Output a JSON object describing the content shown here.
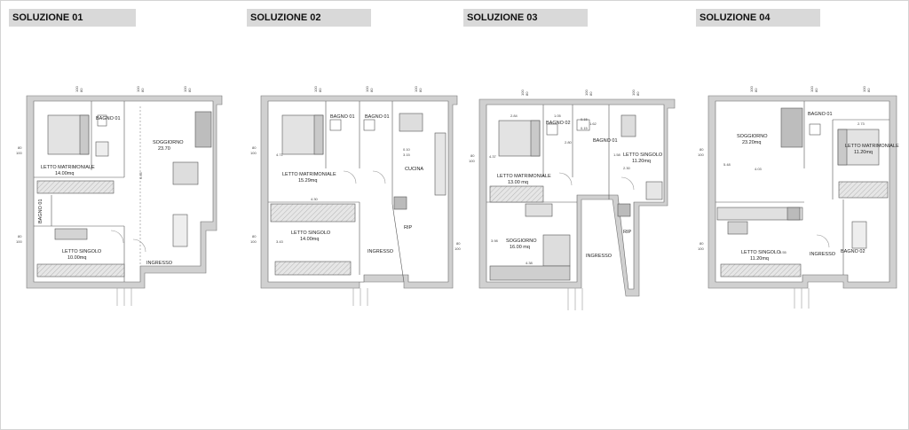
{
  "solutions": [
    {
      "title": "SOLUZIONE 01",
      "rooms": [
        {
          "name": "BAGNO 01"
        },
        {
          "name": "SOGGIORNO",
          "area": "23.70"
        },
        {
          "name": "LETTO MATRIMONIALE",
          "area": "14.00mq"
        },
        {
          "name": "BAGNO 01"
        },
        {
          "name": "LETTO SINGOLO",
          "area": "10.00mq"
        },
        {
          "name": "INGRESSO"
        }
      ],
      "dims": [
        "80",
        "100",
        "80",
        "100",
        "80",
        "100",
        "80",
        "100",
        "80",
        "100",
        "6.65"
      ]
    },
    {
      "title": "SOLUZIONE 02",
      "rooms": [
        {
          "name": "BAGNO 01"
        },
        {
          "name": "BAGNO 01"
        },
        {
          "name": "CUCINA"
        },
        {
          "name": "LETTO MATRIMONIALE",
          "area": "15.29mq"
        },
        {
          "name": "LETTO SINGOLO",
          "area": "14.00mq"
        },
        {
          "name": "INGRESSO"
        },
        {
          "name": "RIP"
        }
      ],
      "dims": [
        "80",
        "100",
        "80",
        "100",
        "80",
        "100",
        "80",
        "100",
        "80",
        "100",
        "4.71",
        "3.43",
        "4.30",
        "0.10",
        "3.15"
      ]
    },
    {
      "title": "SOLUZIONE 03",
      "rooms": [
        {
          "name": "BAGNO 02"
        },
        {
          "name": "BAGNO 01"
        },
        {
          "name": "LETTO SINGOLO",
          "area": "11.20mq"
        },
        {
          "name": "LETTO MATRIMONIALE",
          "area": "13.00 mq"
        },
        {
          "name": "SOGGIORNO",
          "area": "16.00 mq"
        },
        {
          "name": "INGRESSO"
        },
        {
          "name": "RIP"
        }
      ],
      "dims": [
        "80",
        "100",
        "80",
        "100",
        "80",
        "100",
        "80",
        "100",
        "80",
        "100",
        "2.84",
        "1.05",
        "0.15",
        "1.62",
        "0.15",
        "2.80",
        "4.37",
        "4.38",
        "3.98",
        "2.30",
        "1.58"
      ]
    },
    {
      "title": "SOLUZIONE 04",
      "rooms": [
        {
          "name": "BAGNO 01"
        },
        {
          "name": "SOGGIORNO",
          "area": "23.20mq"
        },
        {
          "name": "LETTO MATRIMONIALE",
          "area": "11.20mq"
        },
        {
          "name": "LETTO SINGOLO",
          "area": "11.20mq"
        },
        {
          "name": "INGRESSO"
        },
        {
          "name": "BAGNO 02"
        }
      ],
      "dims": [
        "80",
        "100",
        "80",
        "100",
        "80",
        "100",
        "80",
        "100",
        "80",
        "100",
        "5.48",
        "4.03",
        "2.73",
        "3.55"
      ]
    }
  ]
}
